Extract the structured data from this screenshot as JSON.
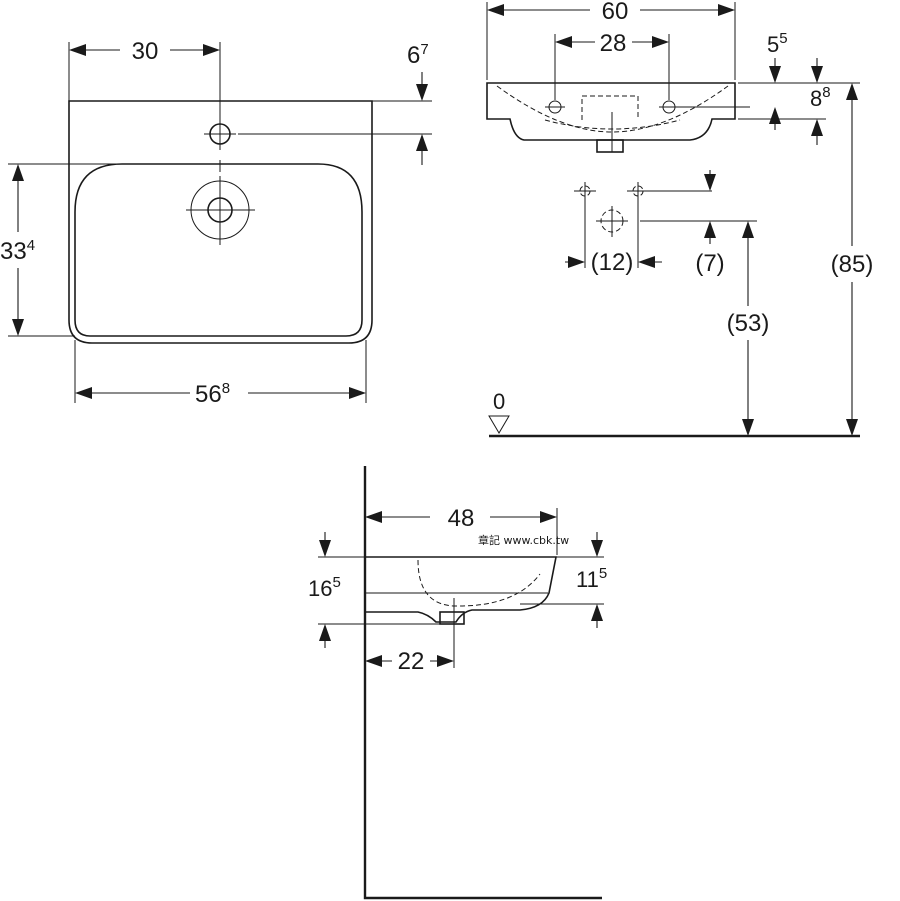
{
  "plan_view": {
    "dim_tap_offset": "30",
    "dim_tap_from_back_main": "6",
    "dim_tap_from_back_sup": "7",
    "dim_bowl_depth_main": "33",
    "dim_bowl_depth_sup": "4",
    "dim_bowl_width_main": "56",
    "dim_bowl_width_sup": "8"
  },
  "front_view": {
    "dim_overall_width": "60",
    "dim_fixing_spacing": "28",
    "dim_top_main": "5",
    "dim_top_sup": "5",
    "dim_thickness_main": "8",
    "dim_thickness_sup": "8",
    "dim_supply_spacing": "(12)",
    "dim_supply_offset": "(7)",
    "dim_waste_height": "(53)",
    "dim_rim_height": "(85)",
    "floor_label": "0"
  },
  "side_view": {
    "dim_projection": "48",
    "dim_overall_height_main": "16",
    "dim_overall_height_sup": "5",
    "dim_basin_height_main": "11",
    "dim_basin_height_sup": "5",
    "dim_waste_from_wall": "22",
    "watermark": "章記 www.cbk.tw"
  }
}
